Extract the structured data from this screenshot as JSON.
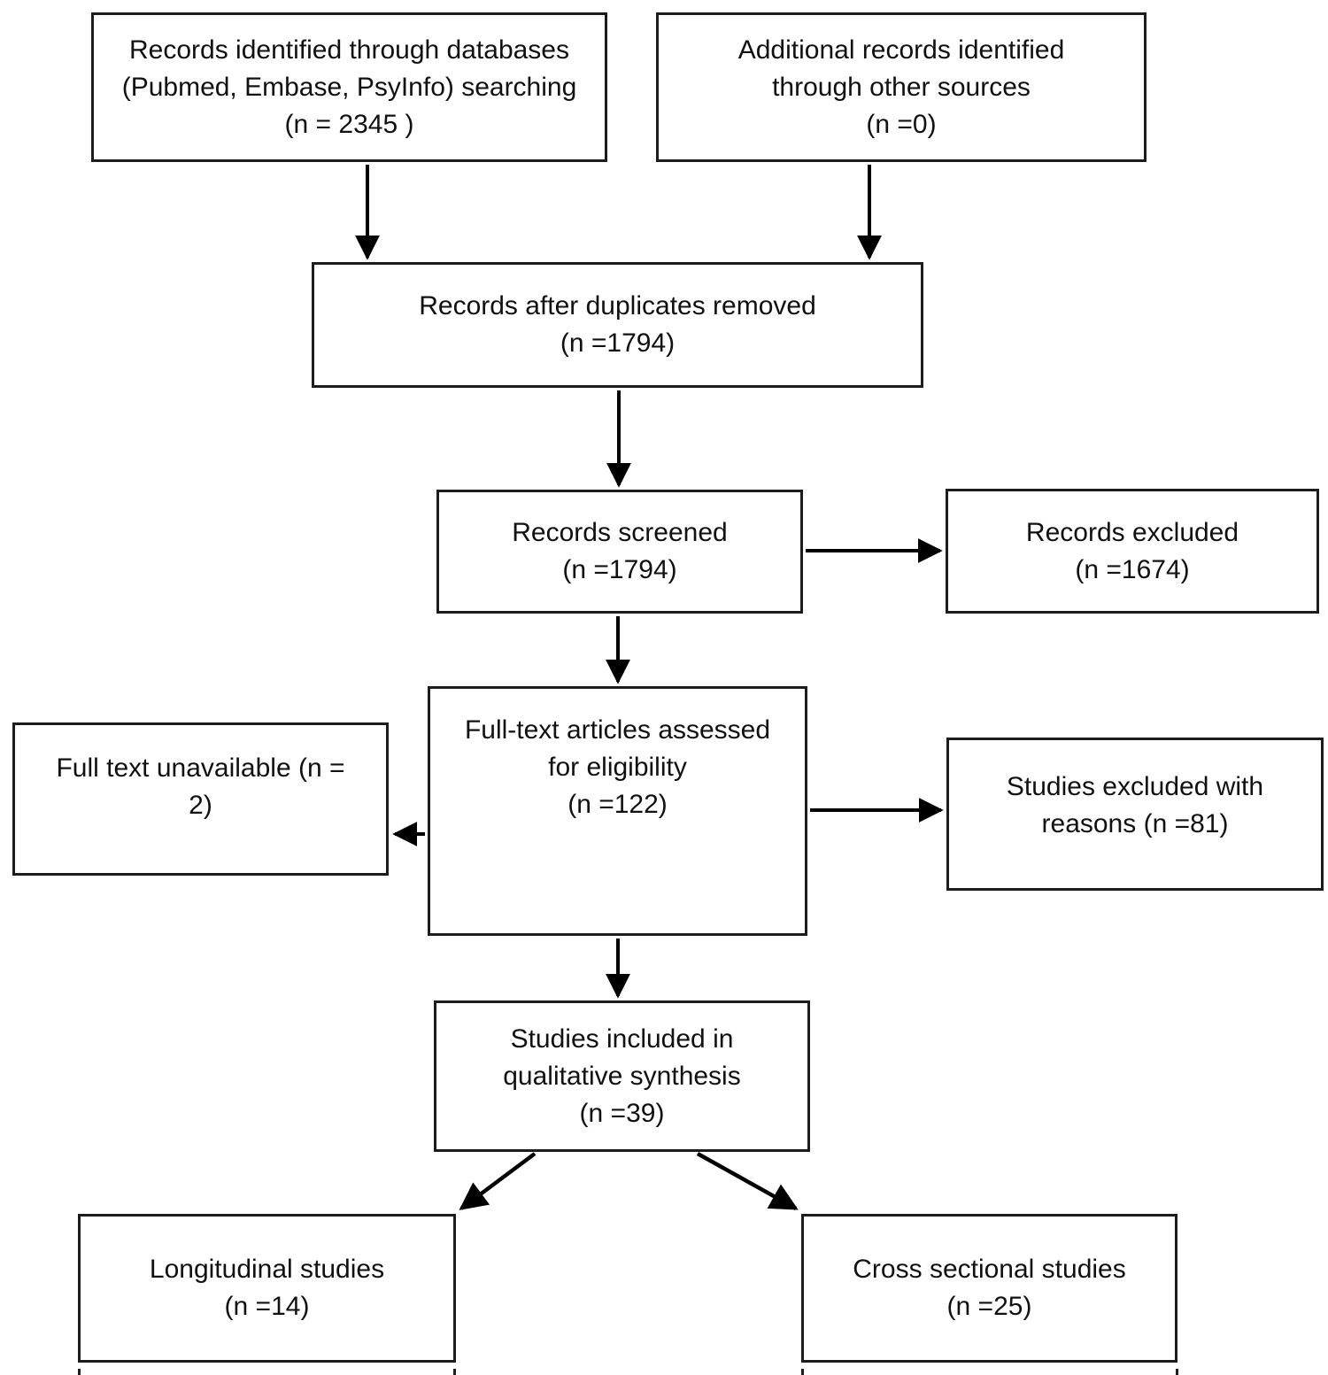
{
  "boxes": {
    "records_identified": {
      "lines": [
        "Records identified through databases",
        "(Pubmed, Embase, PsyInfo) searching",
        "(n = 2345 )"
      ]
    },
    "additional_records": {
      "lines": [
        "Additional records identified",
        "through other sources",
        "(n =0)"
      ]
    },
    "duplicates_removed": {
      "lines": [
        "Records after duplicates removed",
        "(n =1794)"
      ]
    },
    "records_screened": {
      "lines": [
        "Records screened",
        "(n =1794)"
      ]
    },
    "records_excluded": {
      "lines": [
        "Records excluded",
        "(n =1674)"
      ]
    },
    "fulltext_assessed": {
      "lines": [
        "Full-text articles assessed",
        "for eligibility",
        "(n =122)"
      ]
    },
    "fulltext_unavailable": {
      "lines": [
        "Full text unavailable (n =",
        "2)"
      ]
    },
    "studies_excluded_reasons": {
      "lines": [
        "Studies excluded with",
        "reasons (n =81)"
      ]
    },
    "qualitative_synthesis": {
      "lines": [
        "Studies included in",
        "qualitative synthesis",
        "(n =39)"
      ]
    },
    "longitudinal_studies": {
      "lines": [
        "Longitudinal studies",
        "(n =14)"
      ]
    },
    "cross_sectional_studies": {
      "lines": [
        "Cross sectional studies",
        "(n =25)"
      ]
    }
  },
  "colors": {
    "box_border": "#1c1c1c",
    "text": "#111111",
    "arrow": "#000000",
    "background": "#ffffff"
  }
}
